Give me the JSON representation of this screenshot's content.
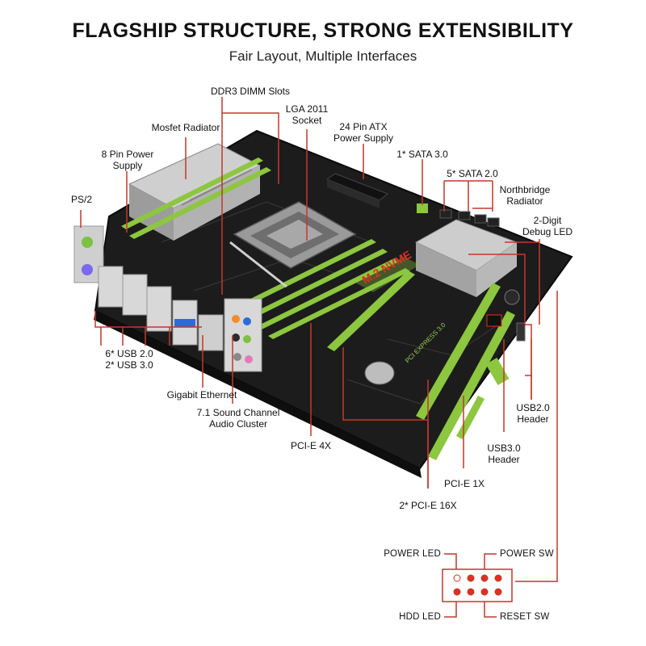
{
  "header": {
    "title": "FLAGSHIP STRUCTURE, STRONG EXTENSIBILITY",
    "subtitle": "Fair Layout, Multiple Interfaces"
  },
  "board": {
    "m2_label": "M.2 NVME",
    "pcie_silk": "PCI EXPRESS 3.0"
  },
  "labels": {
    "ddr3": "DDR3 DIMM Slots",
    "lga_1": "LGA 2011",
    "lga_2": "Socket",
    "mosfet": "Mosfet Radiator",
    "atx_1": "24 Pin ATX",
    "atx_2": "Power Supply",
    "pow8_1": "8 Pin Power",
    "pow8_2": "Supply",
    "sata3": "1* SATA 3.0",
    "sata2": "5* SATA 2.0",
    "nb_1": "Northbridge",
    "nb_2": "Radiator",
    "ps2": "PS/2",
    "debug_1": "2-Digit",
    "debug_2": "Debug LED",
    "usb_1": "6* USB 2.0",
    "usb_2": "2* USB 3.0",
    "gbe": "Gigabit Ethernet",
    "audio_1": "7.1 Sound Channel",
    "audio_2": "Audio Cluster",
    "pcie4": "PCI-E 4X",
    "pcie16": "2* PCI-E 16X",
    "pcie1": "PCI-E 1X",
    "usb3h_1": "USB3.0",
    "usb3h_2": "Header",
    "usb2h_1": "USB2.0",
    "usb2h_2": "Header"
  },
  "panel_header": {
    "power_led": "POWER LED",
    "power_sw": "POWER SW",
    "hdd_led": "HDD LED",
    "reset_sw": "RESET SW"
  },
  "colors": {
    "leader": "#c0392b",
    "pcb": "#1c1c1c",
    "slot_green": "#8dc63f",
    "heatsink": "#b9b9b9",
    "pin_red": "#e0301e"
  }
}
